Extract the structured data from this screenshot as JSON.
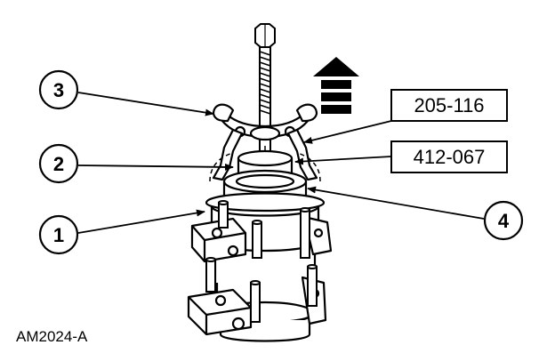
{
  "figure_id": "AM2024-A",
  "callouts": [
    {
      "id": "3",
      "label": "3"
    },
    {
      "id": "2",
      "label": "2"
    },
    {
      "id": "1",
      "label": "1"
    },
    {
      "id": "4",
      "label": "4"
    }
  ],
  "tool_numbers": [
    {
      "id": "tool-a",
      "label": "205-116"
    },
    {
      "id": "tool-b",
      "label": "412-067"
    }
  ],
  "direction_indicator": "up-arrow-icon"
}
